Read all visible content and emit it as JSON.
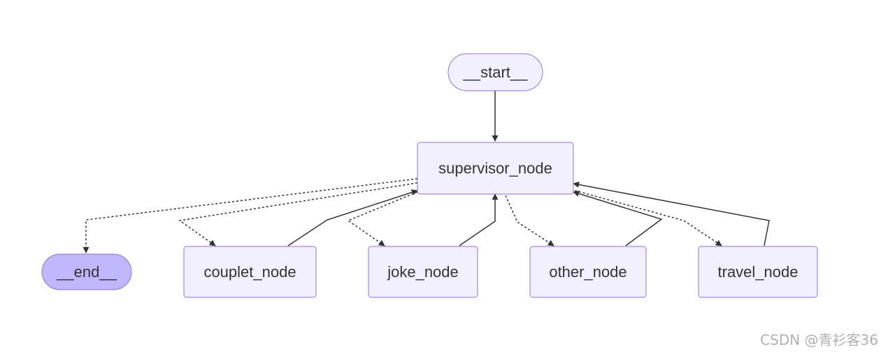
{
  "diagram": {
    "nodes": {
      "start": "__start__",
      "supervisor": "supervisor_node",
      "end": "__end__",
      "couplet": "couplet_node",
      "joke": "joke_node",
      "other": "other_node",
      "travel": "travel_node"
    },
    "edges": [
      {
        "from": "__start__",
        "to": "supervisor_node",
        "style": "solid"
      },
      {
        "from": "supervisor_node",
        "to": "__end__",
        "style": "dashed"
      },
      {
        "from": "supervisor_node",
        "to": "couplet_node",
        "style": "dashed"
      },
      {
        "from": "supervisor_node",
        "to": "joke_node",
        "style": "dashed"
      },
      {
        "from": "supervisor_node",
        "to": "other_node",
        "style": "dashed"
      },
      {
        "from": "supervisor_node",
        "to": "travel_node",
        "style": "dashed"
      },
      {
        "from": "couplet_node",
        "to": "supervisor_node",
        "style": "solid"
      },
      {
        "from": "joke_node",
        "to": "supervisor_node",
        "style": "solid"
      },
      {
        "from": "other_node",
        "to": "supervisor_node",
        "style": "solid"
      },
      {
        "from": "travel_node",
        "to": "supervisor_node",
        "style": "solid"
      }
    ],
    "colors": {
      "node_fill": "#f2f0ff",
      "node_border": "#9370db",
      "end_fill": "#bfb6fc",
      "edge": "#333333"
    }
  },
  "watermark": "CSDN @青衫客36"
}
